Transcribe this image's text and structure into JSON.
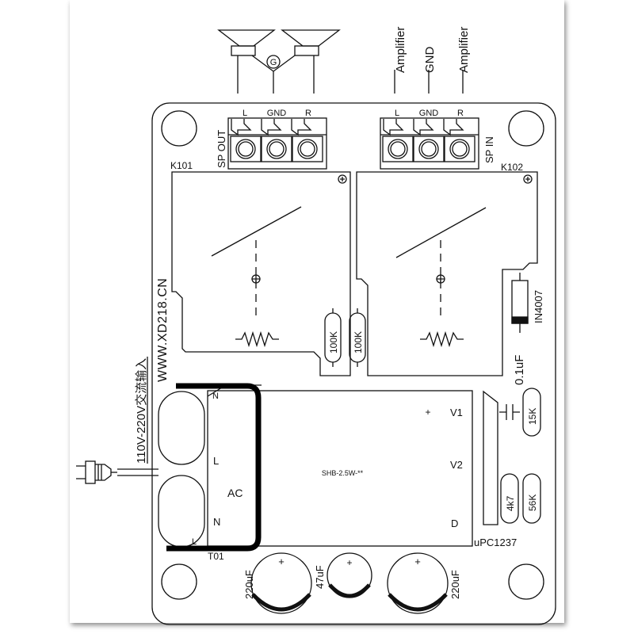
{
  "top_labels": {
    "ground_symbol": "G",
    "amp_left": "Amplifier",
    "amp_gnd": "GND",
    "amp_right": "Amplifier"
  },
  "terminals": {
    "sp_out": {
      "label": "SP OUT",
      "pins": [
        "L",
        "GND",
        "R"
      ]
    },
    "sp_in": {
      "label": "SP IN",
      "pins": [
        "L",
        "GND",
        "R"
      ]
    }
  },
  "relays": {
    "left": "K101",
    "right": "K102"
  },
  "resistors": {
    "r1": "100K",
    "r2": "100K",
    "r3": "15K",
    "r4": "4k7",
    "r5": "56K"
  },
  "diode": "IN4007",
  "capacitor_small": "0.1uF",
  "website": "WWW.XD218.CN",
  "power_input": "110V-220V交流输入",
  "ac_connector": {
    "label": "AC",
    "pin_n_top": "N",
    "pin_l": "L",
    "pin_n": "N",
    "pin_l_bottom": "L",
    "ref": "T01"
  },
  "module": {
    "name": "SHB-2.5W-**",
    "plus": "+",
    "v1": "V1",
    "v2": "V2",
    "d": "D"
  },
  "ic": "uPC1237",
  "electrolytics": {
    "c1": "220uF",
    "c2": "47uF",
    "c3": "220uF",
    "polarity": "+"
  }
}
